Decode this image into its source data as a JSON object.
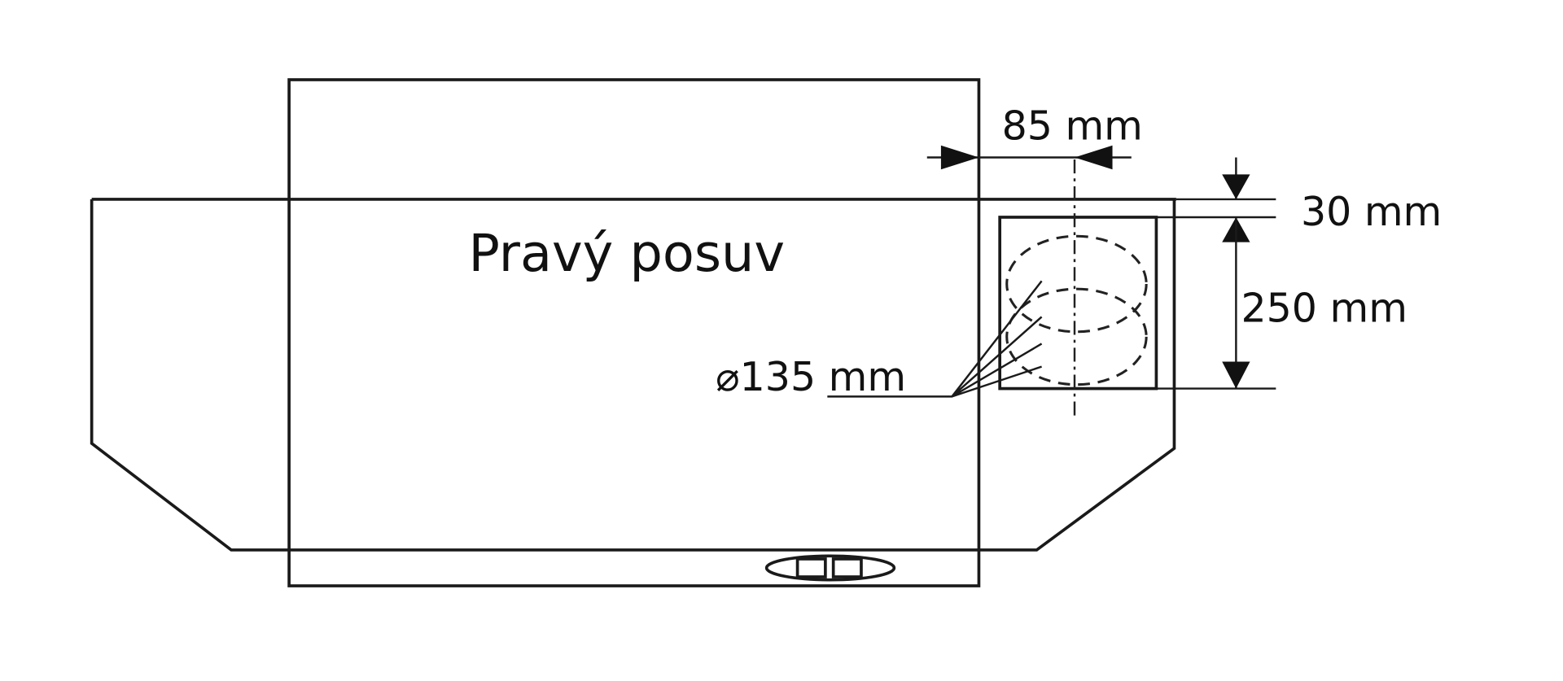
{
  "diagram": {
    "title_label": "Pravý posuv",
    "dimensions": {
      "offset_horizontal": "85 mm",
      "offset_top": "30 mm",
      "duct_height": "250 mm",
      "duct_diameter": "⌀135 mm"
    },
    "colors": {
      "line": "#1a1a1a",
      "background": "#ffffff"
    }
  }
}
